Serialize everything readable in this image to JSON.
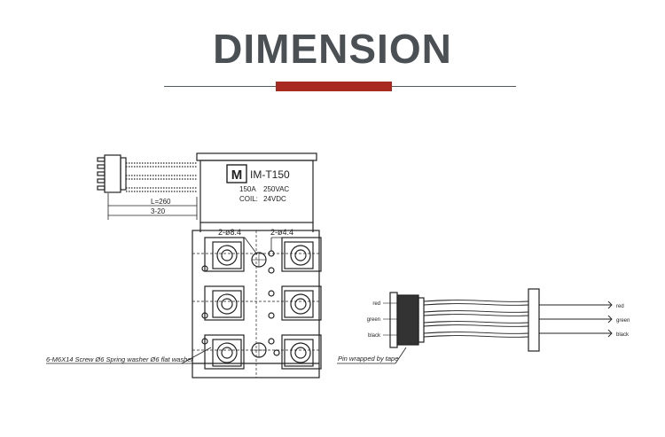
{
  "header": {
    "title": "DIMENSION"
  },
  "relay": {
    "logo_letter": "M",
    "model": "IM-T150",
    "rating_current": "150A",
    "rating_voltage": "250VAC",
    "coil_label": "COIL:",
    "coil_voltage": "24VDC",
    "hole_dim_left": "2-ø8.4",
    "hole_dim_right": "2-ø4.4",
    "lead_length_l": "L=260",
    "lead_length_strip": "3-20",
    "screw_note": "6-M6X14 Screw Ø6 Spring washer Ø6 flat washer"
  },
  "harness": {
    "wire_labels_left": [
      "red",
      "green",
      "black"
    ],
    "wire_labels_right": [
      "red",
      "green",
      "black"
    ],
    "tape_note": "Pin wrapped by tape"
  },
  "colors": {
    "title": "#4b5055",
    "accent": "#a8291f",
    "rule": "#555a5f",
    "line": "#222222"
  }
}
